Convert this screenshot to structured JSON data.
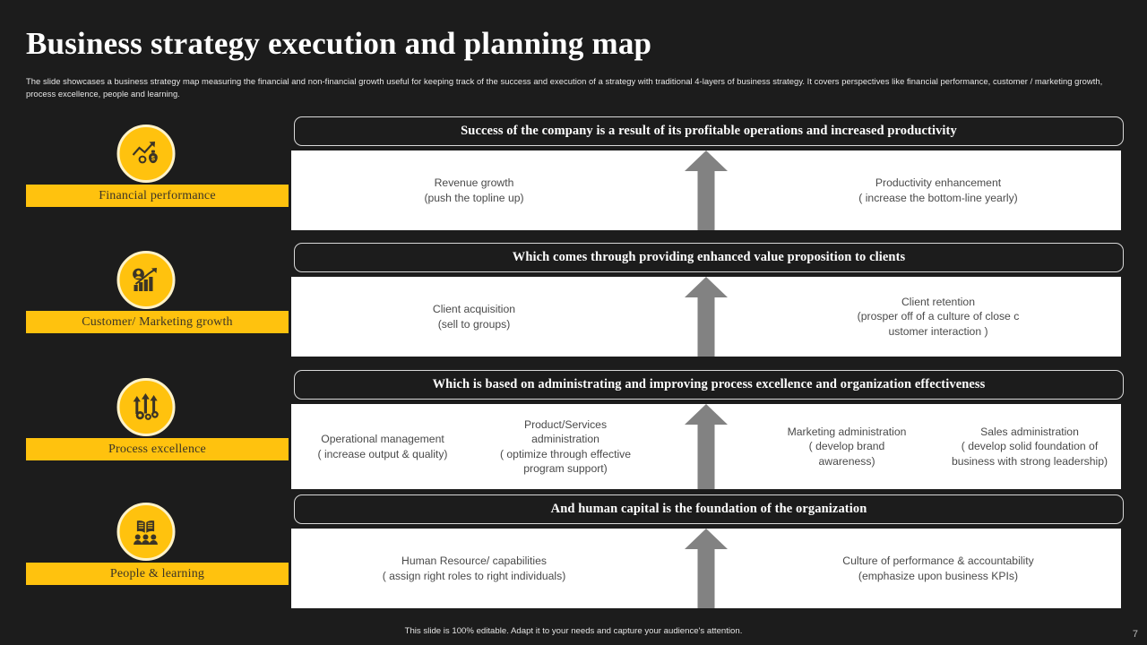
{
  "slide": {
    "title": "Business strategy execution and planning map",
    "subtitle": "The slide showcases a business strategy map measuring the financial and non-financial growth useful for keeping track of the success and execution of a strategy with traditional 4-layers of business strategy. It covers perspectives like financial performance, customer / marketing growth, process excellence, people and learning.",
    "footer_note": "This slide is 100% editable. Adapt it to your needs and capture your audience's attention.",
    "page_number": "7"
  },
  "colors": {
    "background": "#1c1c1c",
    "accent_yellow": "#ffc20e",
    "accent_ring": "#fdf2c9",
    "panel_white": "#ffffff",
    "arrow_gray": "#828282",
    "label_text": "#3b3426"
  },
  "perspectives": [
    {
      "label": "Financial performance",
      "icon": "growth-money-icon"
    },
    {
      "label": "Customer/ Marketing growth",
      "icon": "customer-growth-chart-icon"
    },
    {
      "label": "Process excellence",
      "icon": "arrows-gears-icon"
    },
    {
      "label": "People & learning",
      "icon": "book-people-icon"
    }
  ],
  "layers": [
    {
      "banner": "Success of the company is a result of its profitable operations and increased productivity",
      "arrow": "up-arrow-icon",
      "items": [
        {
          "line1": "Revenue  growth",
          "line2": "(push the topline up)"
        },
        {
          "line1": "Productivity enhancement",
          "line2": "( increase the bottom-line yearly)"
        }
      ]
    },
    {
      "banner": "Which comes through providing enhanced value proposition to clients",
      "arrow": "up-arrow-icon",
      "items": [
        {
          "line1": "Client acquisition",
          "line2": "(sell to groups)"
        },
        {
          "line1": "Client retention",
          "line2": "(prosper off of a culture of close c",
          "line3": "ustomer interaction )"
        }
      ]
    },
    {
      "banner": "Which is based on administrating and improving process excellence and organization effectiveness",
      "arrow": "up-arrow-icon",
      "items": [
        {
          "line1": "Operational  management",
          "line2": "( increase output & quality)"
        },
        {
          "line1": "Product/Services",
          "line2": "administration",
          "line3": "( optimize through  effective",
          "line4": "program support)"
        },
        {
          "line1": "Marketing administration",
          "line2": "( develop  brand",
          "line3": "awareness)"
        },
        {
          "line1": "Sales administration",
          "line2": "( develop  solid foundation  of",
          "line3": "business with strong leadership)"
        }
      ]
    },
    {
      "banner": "And human capital is the foundation of the organization",
      "arrow": "up-arrow-icon",
      "items": [
        {
          "line1": "Human Resource/  capabilities",
          "line2": "( assign right roles to right individuals)"
        },
        {
          "line1": "Culture of performance  & accountability",
          "line2": "(emphasize upon business KPIs)"
        }
      ]
    }
  ]
}
